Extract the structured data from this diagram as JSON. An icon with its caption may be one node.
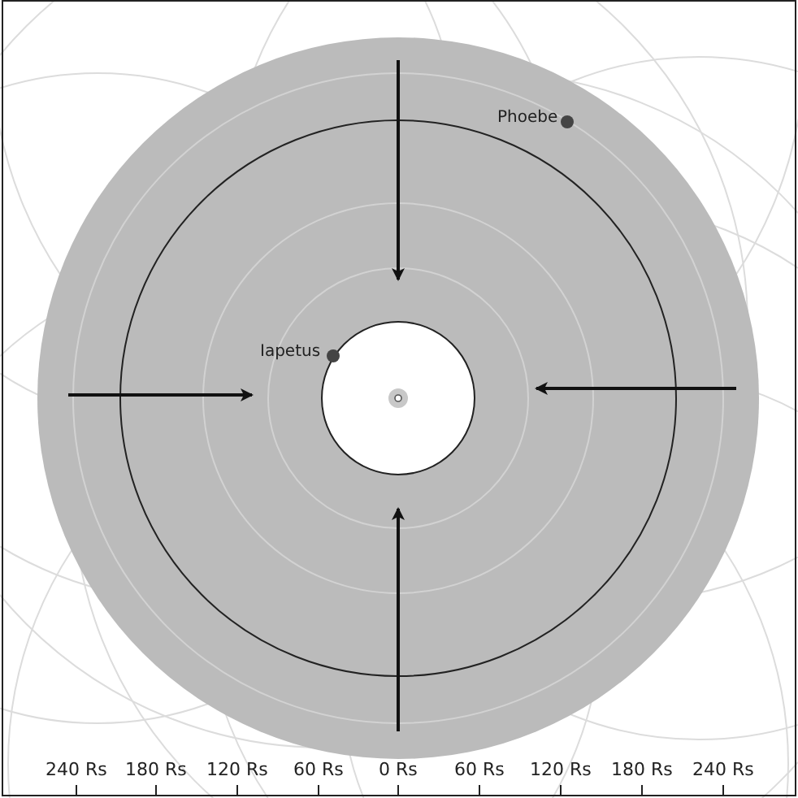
{
  "diagram": {
    "labels": [
      "Phoebe",
      "Iapetus",
      "240 Rs",
      "180 Rs",
      "120 Rs",
      "60 Rs",
      "0 Rs",
      "60 Rs",
      "120 Rs",
      "180 Rs",
      "240 Rs"
    ]
  }
}
